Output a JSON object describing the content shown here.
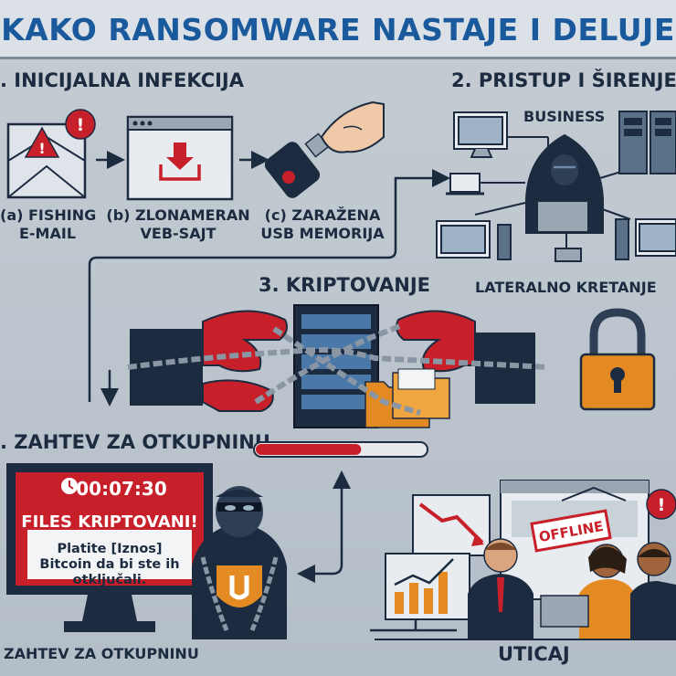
{
  "title": "KAKO RANSOMWARE NASTAJE I DELUJE",
  "sections": {
    "infection": {
      "heading": ". INICIJALNA INFEKCIJA",
      "items": [
        {
          "line1": "(a) FISHING",
          "line2": "E-MAIL",
          "icon": "envelope-alert-icon"
        },
        {
          "line1": "(b) ZLONAMERAN",
          "line2": "VEB-SAJT",
          "icon": "browser-download-icon"
        },
        {
          "line1": "(c) ZARAŽENA",
          "line2": "USB MEMORIJA",
          "icon": "usb-drive-icon"
        }
      ]
    },
    "spread": {
      "heading": "2. PRISTUP I ŠIRENJE",
      "business_label": "BUSINESS",
      "lateral_label": "LATERALNO KRETANJE"
    },
    "encryption": {
      "heading": "3. KRIPTOVANJE",
      "progress": 0.62
    },
    "ransom": {
      "heading": ". ZAHTEV ZA OTKUPNINU",
      "timer": "00:07:30",
      "files_text": "FILES KRIPTOVANI!",
      "message": "Platite [Iznos] Bitcoin da bi ste ih otključali.",
      "footer_label": "ZAHTEV ZA OTKUPNINU"
    },
    "impact": {
      "heading": "UTICAJ",
      "offline_sign": "OFFLINE"
    }
  },
  "colors": {
    "title": "#1a5a9c",
    "dark_navy": "#1c2b40",
    "alert_red": "#c8202a",
    "lock_orange": "#e38a22",
    "progress_red": "#c8202a"
  }
}
